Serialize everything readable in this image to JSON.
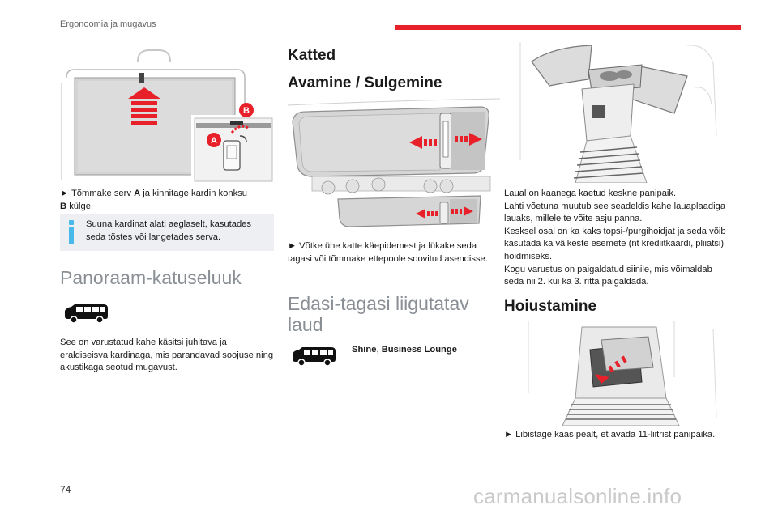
{
  "header": {
    "section_title": "Ergonoomia ja mugavus",
    "accent_color": "#e8202a"
  },
  "col1": {
    "figure1": {
      "label_a": "A",
      "label_b": "B",
      "icon": "curtain-hook-illustration"
    },
    "step_text_pre": "► Tõmmake serv ",
    "step_bold_a": "A",
    "step_text_mid": " ja kinnitage kardin konksu",
    "step_bold_b": "B",
    "step_text_post": " külge.",
    "info_text": "Suuna kardinat alati aeglaselt, kasutades seda tõstes või langetades serva.",
    "heading_panorama": "Panoraam-katuseluuk",
    "panorama_text": "See on varustatud kahe käsitsi juhitava ja eraldiseisva kardinaga, mis parandavad soojuse ning akustikaga seotud mugavust."
  },
  "col2": {
    "heading_katted": "Katted",
    "heading_avamine": "Avamine / Sulgemine",
    "covers_text": "► Võtke ühe katte käepidemest ja lükake seda tagasi või tõmmake ettepoole soovitud asendisse.",
    "heading_laud": "Edasi-tagasi liigutatav laud",
    "version_bold_1": "Shine",
    "version_sep": ", ",
    "version_bold_2": "Business Lounge"
  },
  "col3": {
    "table_text_1": "Laual on kaanega kaetud keskne panipaik.",
    "table_text_2": "Lahti võetuna muutub see seadeldis kahe lauaplaadiga lauaks, millele te võite asju panna.",
    "table_text_3": "Kesksel osal on ka kaks topsi-/purgihoidjat ja seda võib kasutada ka väikeste esemete (nt krediitkaardi, pliiatsi) hoidmiseks.",
    "table_text_4": "Kogu varustus on paigaldatud siinile, mis võimaldab seda nii 2. kui ka 3. ritta paigaldada.",
    "heading_hoiustamine": "Hoiustamine",
    "storage_text": "► Libistage kaas pealt, et avada 11-liitrist panipaika."
  },
  "footer": {
    "page_number": "74",
    "watermark": "carmanualsonline.info"
  }
}
